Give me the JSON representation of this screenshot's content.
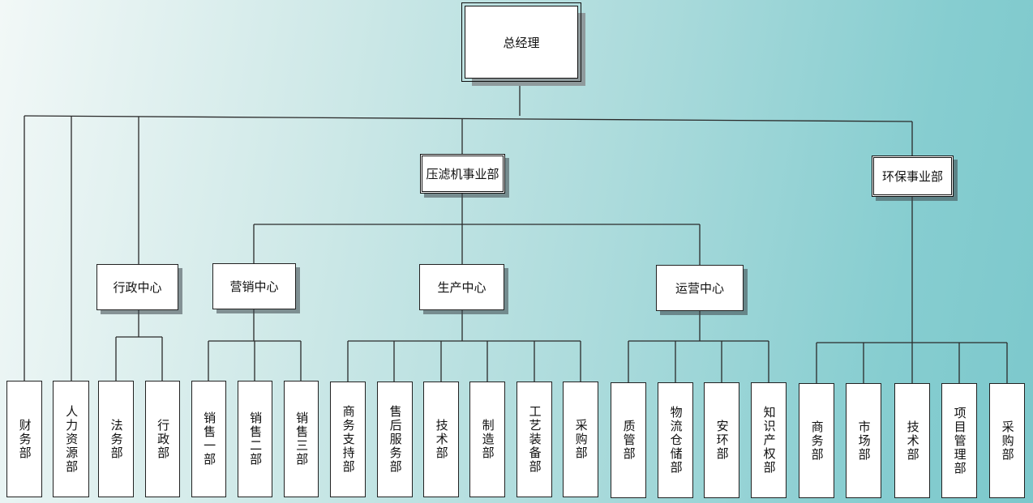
{
  "ceo": "总经理",
  "divisions": {
    "filter_press": "压滤机事业部",
    "environmental": "环保事业部"
  },
  "centers": {
    "admin": "行政中心",
    "marketing": "营销中心",
    "production": "生产中心",
    "operations": "运营中心"
  },
  "departments": {
    "direct": [
      "财务部",
      "人力资源部"
    ],
    "admin": [
      "法务部",
      "行政部"
    ],
    "marketing": [
      "销售一部",
      "销售二部",
      "销售三部"
    ],
    "production": [
      "商务支持部",
      "售后服务部",
      "技术部",
      "制造部",
      "工艺装备部",
      "采购部"
    ],
    "operations": [
      "质管部",
      "物流仓储部",
      "安环部",
      "知识产权部"
    ],
    "environmental": [
      "商务部",
      "市场部",
      "技术部",
      "项目管理部",
      "采购部"
    ]
  },
  "colors": {
    "line": "#2a2a2a",
    "box": "#ffffff",
    "border": "#111111"
  }
}
